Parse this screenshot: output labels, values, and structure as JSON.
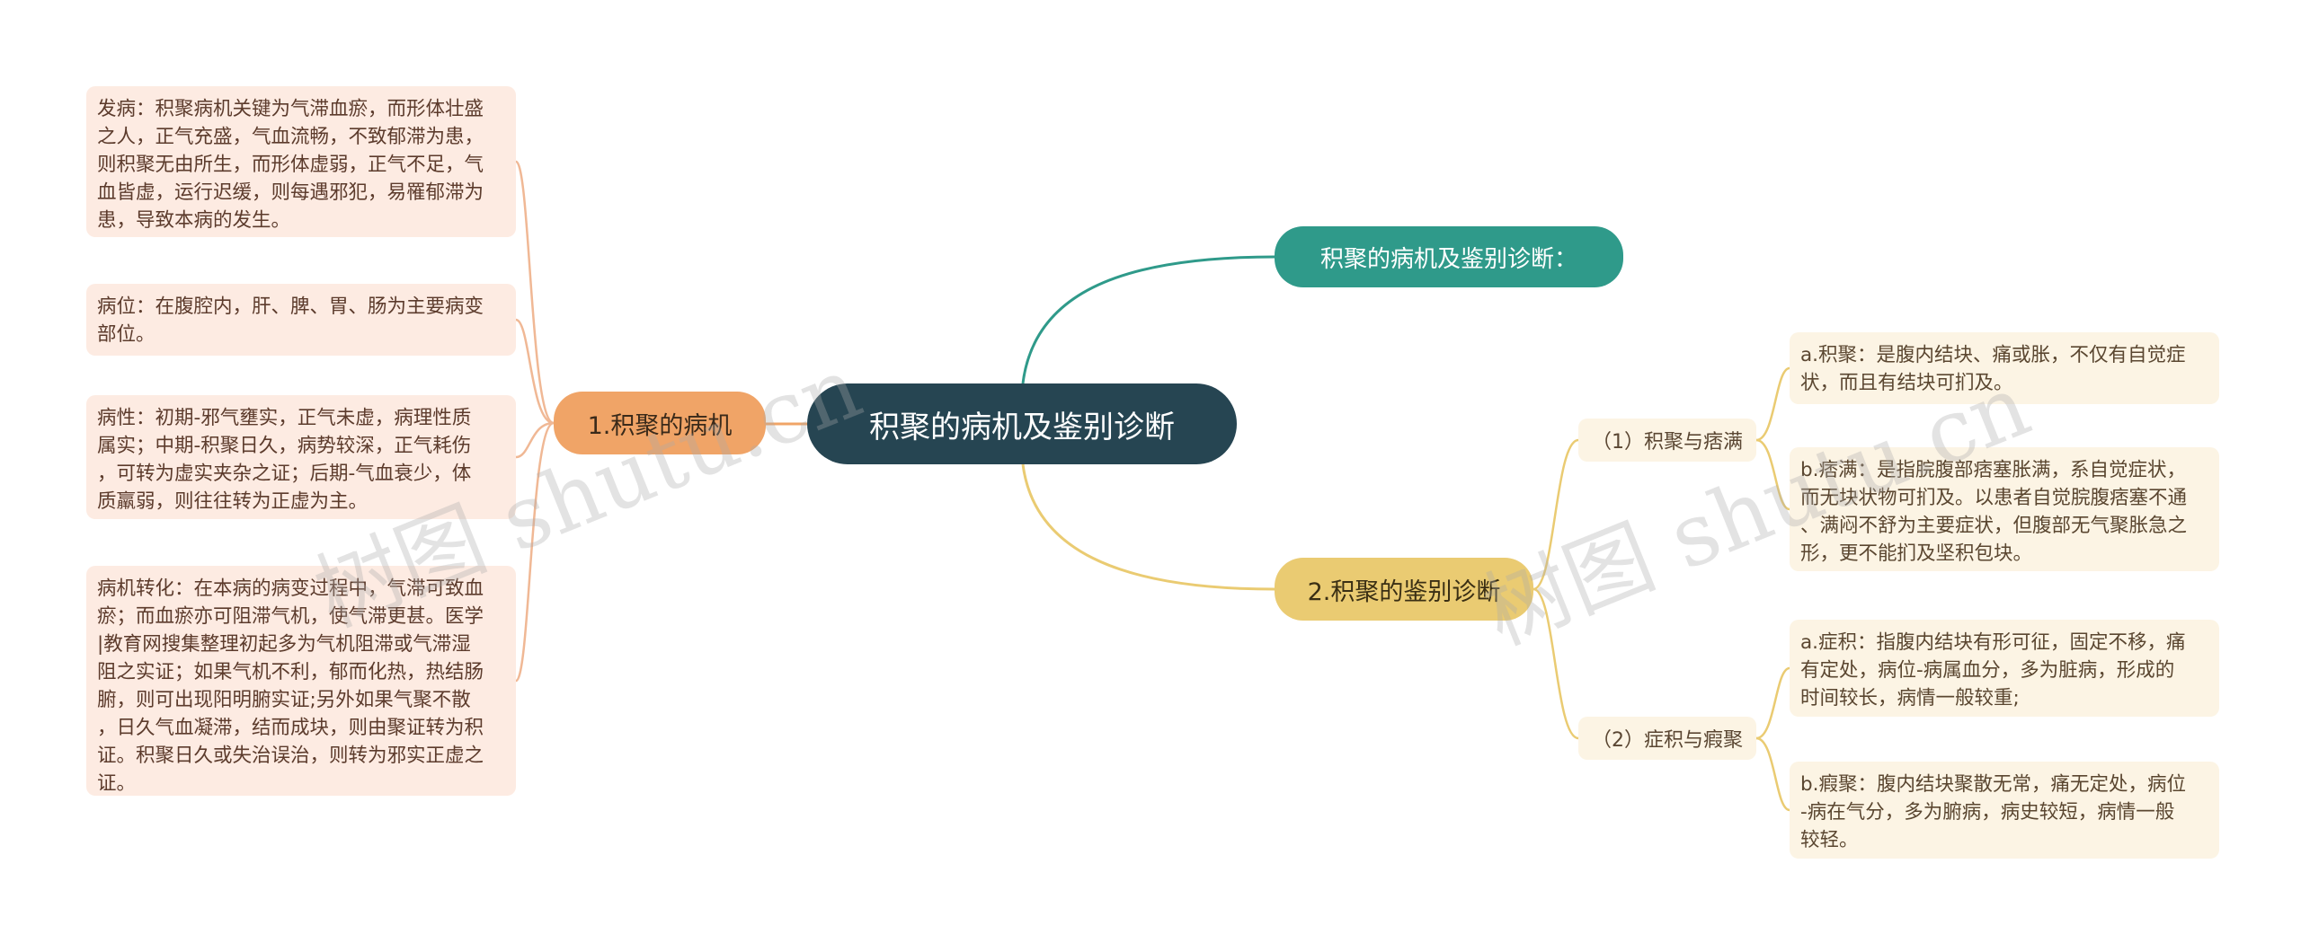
{
  "mindmap": {
    "root": "积聚的病机及鉴别诊断",
    "teal_branch": "积聚的病机及鉴别诊断：",
    "pathogenesis": {
      "label": "1.积聚的病机",
      "cards": [
        "发病：积聚病机关键为气滞血瘀，而形体壮盛\n之人，正气充盛，气血流畅，不致郁滞为患，\n则积聚无由所生，而形体虚弱，正气不足，气\n血皆虚，运行迟缓，则每遇邪犯，易罹郁滞为\n患，导致本病的发生。",
        "病位：在腹腔内，肝、脾、胃、肠为主要病变\n部位。",
        "病性：初期-邪气壅实，正气未虚，病理性质\n属实；中期-积聚日久，病势较深，正气耗伤\n，可转为虚实夹杂之证；后期-气血衰少，体\n质羸弱，则往往转为正虚为主。",
        "病机转化：在本病的病变过程中，气滞可致血\n瘀；而血瘀亦可阻滞气机，使气滞更甚。医学\n|教育网搜集整理初起多为气机阻滞或气滞湿\n阻之实证；如果气机不利，郁而化热，热结肠\n腑，则可出现阳明腑实证;另外如果气聚不散\n，日久气血凝滞，结而成块，则由聚证转为积\n证。积聚日久或失治误治，则转为邪实正虚之\n证。"
      ]
    },
    "differential": {
      "label": "2.积聚的鉴别诊断",
      "subs": [
        {
          "label": "（1）积聚与痞满",
          "cards": [
            "a.积聚：是腹内结块、痛或胀，不仅有自觉症\n状，而且有结块可扪及。",
            "b.痞满：是指脘腹部痞塞胀满，系自觉症状，\n而无块状物可扪及。以患者自觉脘腹痞塞不通\n、满闷不舒为主要症状，但腹部无气聚胀急之\n形，更不能扪及坚积包块。"
          ]
        },
        {
          "label": "（2）症积与瘕聚",
          "cards": [
            "a.症积：指腹内结块有形可征，固定不移，痛\n有定处，病位-病属血分，多为脏病，形成的\n时间较长，病情一般较重;",
            "b.瘕聚：腹内结块聚散无常，痛无定处，病位\n-病在气分，多为腑病，病史较短，病情一般\n较轻。"
          ]
        }
      ]
    },
    "watermark": "树图 shutu.cn",
    "colors": {
      "root": "#264552",
      "teal": "#2f9a8a",
      "orange": "#f0a467",
      "yellow": "#eacb72",
      "left_card_bg": "#fdebe2",
      "right_card_bg": "#fcf4e4"
    }
  }
}
